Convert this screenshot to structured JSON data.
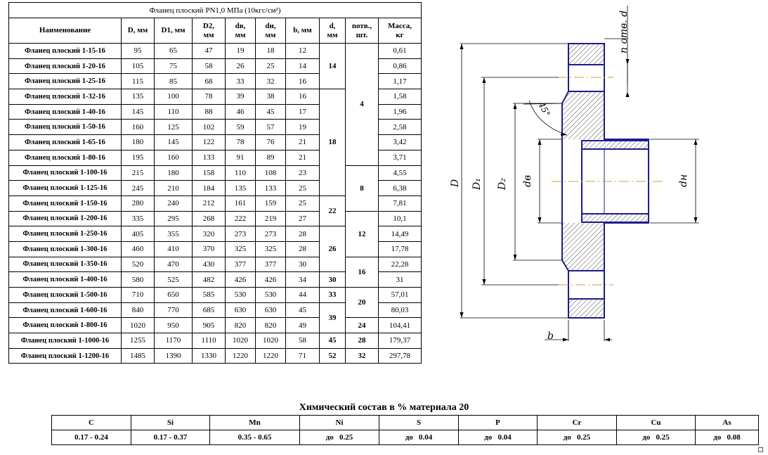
{
  "table": {
    "title": "Фланец плоский    PN1,0 МПа (10кгс/см²)",
    "headers": [
      "Наименование",
      "D, мм",
      "D1, мм",
      "D2,\nмм",
      "dв,\nмм",
      "dн,\nмм",
      "b, мм",
      "d,\nмм",
      "nотв.,\nшт.",
      "Масса,\nкг"
    ],
    "rows": [
      [
        "Фланец плоский 1-15-16",
        "95",
        "65",
        "47",
        "19",
        "18",
        "12",
        "0,61"
      ],
      [
        "Фланец плоский 1-20-16",
        "105",
        "75",
        "58",
        "26",
        "25",
        "14",
        "0,86"
      ],
      [
        "Фланец плоский 1-25-16",
        "115",
        "85",
        "68",
        "33",
        "32",
        "16",
        "1,17"
      ],
      [
        "Фланец плоский 1-32-16",
        "135",
        "100",
        "78",
        "39",
        "38",
        "16",
        "1,58"
      ],
      [
        "Фланец плоский 1-40-16",
        "145",
        "110",
        "88",
        "46",
        "45",
        "17",
        "1,96"
      ],
      [
        "Фланец плоский 1-50-16",
        "160",
        "125",
        "102",
        "59",
        "57",
        "19",
        "2,58"
      ],
      [
        "Фланец плоский 1-65-16",
        "180",
        "145",
        "122",
        "78",
        "76",
        "21",
        "3,42"
      ],
      [
        "Фланец плоский 1-80-16",
        "195",
        "160",
        "133",
        "91",
        "89",
        "21",
        "3,71"
      ],
      [
        "Фланец плоский 1-100-16",
        "215",
        "180",
        "158",
        "110",
        "108",
        "23",
        "4,55"
      ],
      [
        "Фланец плоский 1-125-16",
        "245",
        "210",
        "184",
        "135",
        "133",
        "25",
        "6,38"
      ],
      [
        "Фланец плоский 1-150-16",
        "280",
        "240",
        "212",
        "161",
        "159",
        "25",
        "7,81"
      ],
      [
        "Фланец плоский 1-200-16",
        "335",
        "295",
        "268",
        "222",
        "219",
        "27",
        "10,1"
      ],
      [
        "Фланец плоский 1-250-16",
        "405",
        "355",
        "320",
        "273",
        "273",
        "28",
        "14,49"
      ],
      [
        "Фланец плоский 1-300-16",
        "460",
        "410",
        "370",
        "325",
        "325",
        "28",
        "17,78"
      ],
      [
        "Фланец плоский 1-350-16",
        "520",
        "470",
        "430",
        "377",
        "377",
        "30",
        "22,28"
      ],
      [
        "Фланец плоский 1-400-16",
        "580",
        "525",
        "482",
        "426",
        "426",
        "34",
        "31"
      ],
      [
        "Фланец плоский 1-500-16",
        "710",
        "650",
        "585",
        "530",
        "530",
        "44",
        "57,01"
      ],
      [
        "Фланец плоский 1-600-16",
        "840",
        "770",
        "685",
        "630",
        "630",
        "45",
        "80,03"
      ],
      [
        "Фланец плоский 1-800-16",
        "1020",
        "950",
        "905",
        "820",
        "820",
        "49",
        "104,41"
      ],
      [
        "Фланец плоский 1-1000-16",
        "1255",
        "1170",
        "1110",
        "1020",
        "1020",
        "58",
        "179,37"
      ],
      [
        "Фланец плоский 1-1200-16",
        "1485",
        "1390",
        "1330",
        "1220",
        "1220",
        "71",
        "297,78"
      ]
    ],
    "d_groups": [
      {
        "value": "14",
        "start": 0,
        "span": 3
      },
      {
        "value": "18",
        "start": 3,
        "span": 7
      },
      {
        "value": "22",
        "start": 10,
        "span": 2
      },
      {
        "value": "26",
        "start": 12,
        "span": 3
      },
      {
        "value": "30",
        "start": 15,
        "span": 1
      },
      {
        "value": "33",
        "start": 16,
        "span": 1
      },
      {
        "value": "39",
        "start": 17,
        "span": 2
      },
      {
        "value": "45",
        "start": 19,
        "span": 1
      },
      {
        "value": "52",
        "start": 20,
        "span": 1
      }
    ],
    "n_groups": [
      {
        "value": "4",
        "start": 0,
        "span": 8
      },
      {
        "value": "8",
        "start": 8,
        "span": 3
      },
      {
        "value": "12",
        "start": 11,
        "span": 3
      },
      {
        "value": "16",
        "start": 14,
        "span": 2
      },
      {
        "value": "20",
        "start": 16,
        "span": 2
      },
      {
        "value": "24",
        "start": 18,
        "span": 1
      },
      {
        "value": "28",
        "start": 19,
        "span": 1
      },
      {
        "value": "32",
        "start": 20,
        "span": 1
      }
    ]
  },
  "drawing": {
    "labels": {
      "holes": "n отв. d",
      "angle": "45°",
      "D": "D",
      "D1": "D₁",
      "D2": "D₂",
      "dv": "dв",
      "dn": "dн",
      "b": "b"
    },
    "line_color": "#1c1c8f"
  },
  "chemistry": {
    "title": "Химический состав в % материала 20",
    "elements": [
      "C",
      "Si",
      "Mn",
      "Ni",
      "S",
      "P",
      "Cr",
      "Cu",
      "As"
    ],
    "values": [
      "0.17 - 0.24",
      "0.17 - 0.37",
      "0.35 - 0.65",
      "до   0.25",
      "до   0.04",
      "до   0.04",
      "до   0.25",
      "до   0.25",
      "до   0.08"
    ]
  }
}
